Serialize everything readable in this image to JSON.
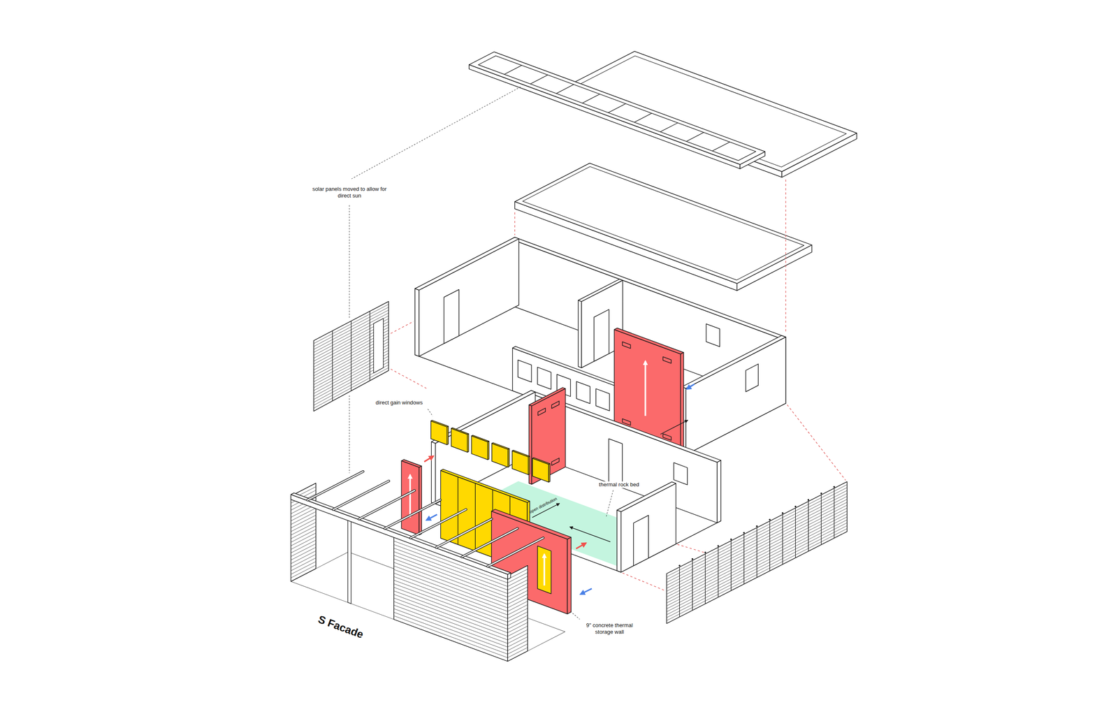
{
  "diagram": {
    "labels": [
      "solar panels moved to allow for direct sun",
      "direct gain windows",
      "open distribution",
      "thermal rock bed",
      "9\" concrete thermal storage wall",
      "S Facade"
    ]
  }
}
